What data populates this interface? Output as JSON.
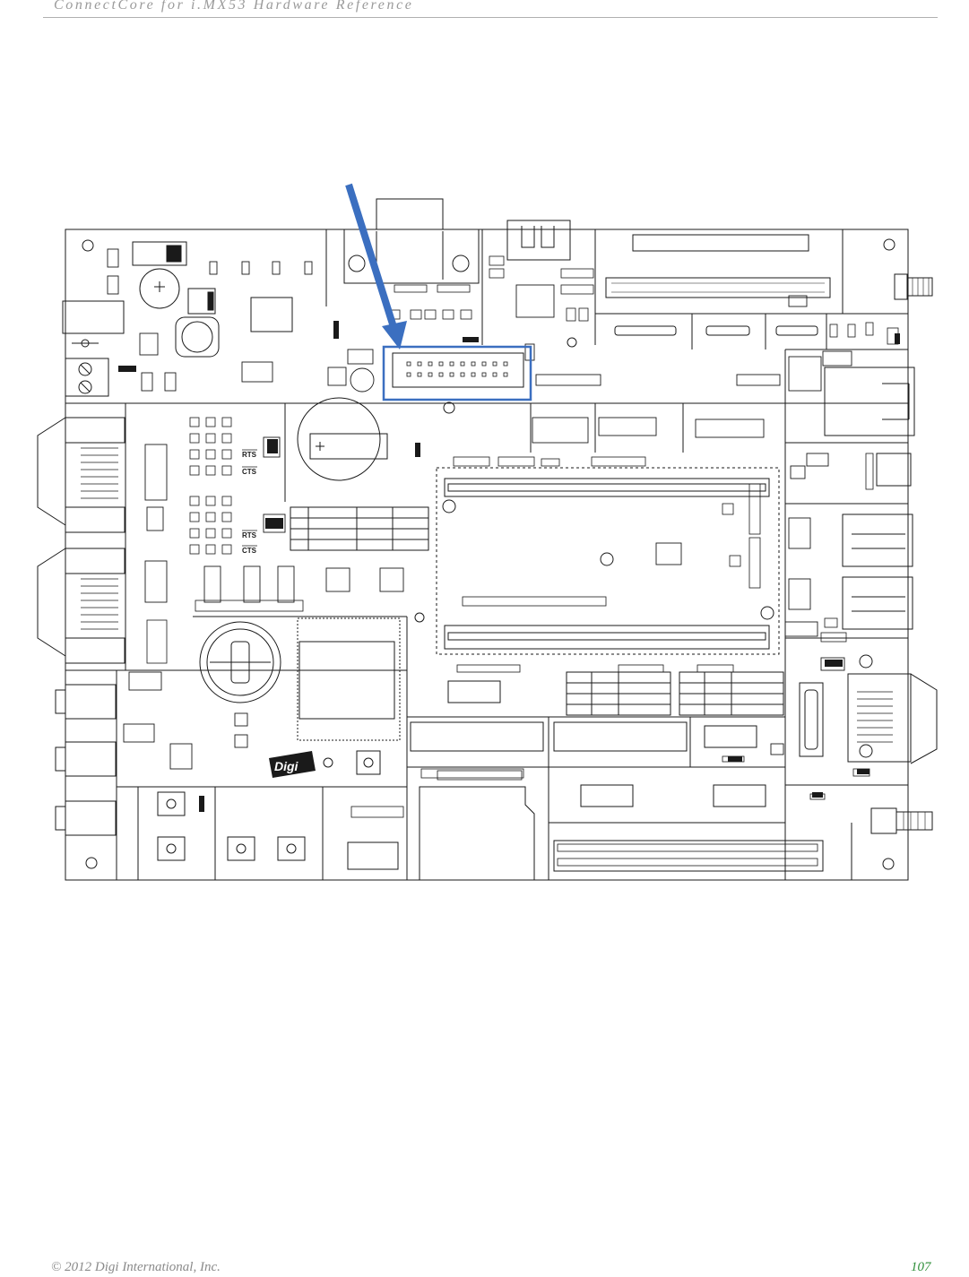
{
  "header": {
    "title": "ConnectCore for i.MX53 Hardware Reference"
  },
  "figure": {
    "silkscreen_labels": [
      "RTS",
      "CTS",
      "RTS",
      "CTS"
    ],
    "logo_text": "Digi",
    "highlight_color": "#3b6fc0",
    "outline_color": "#1a1a1a"
  },
  "footer": {
    "copyright": "© 2012 Digi International, Inc.",
    "page_number": "107"
  }
}
